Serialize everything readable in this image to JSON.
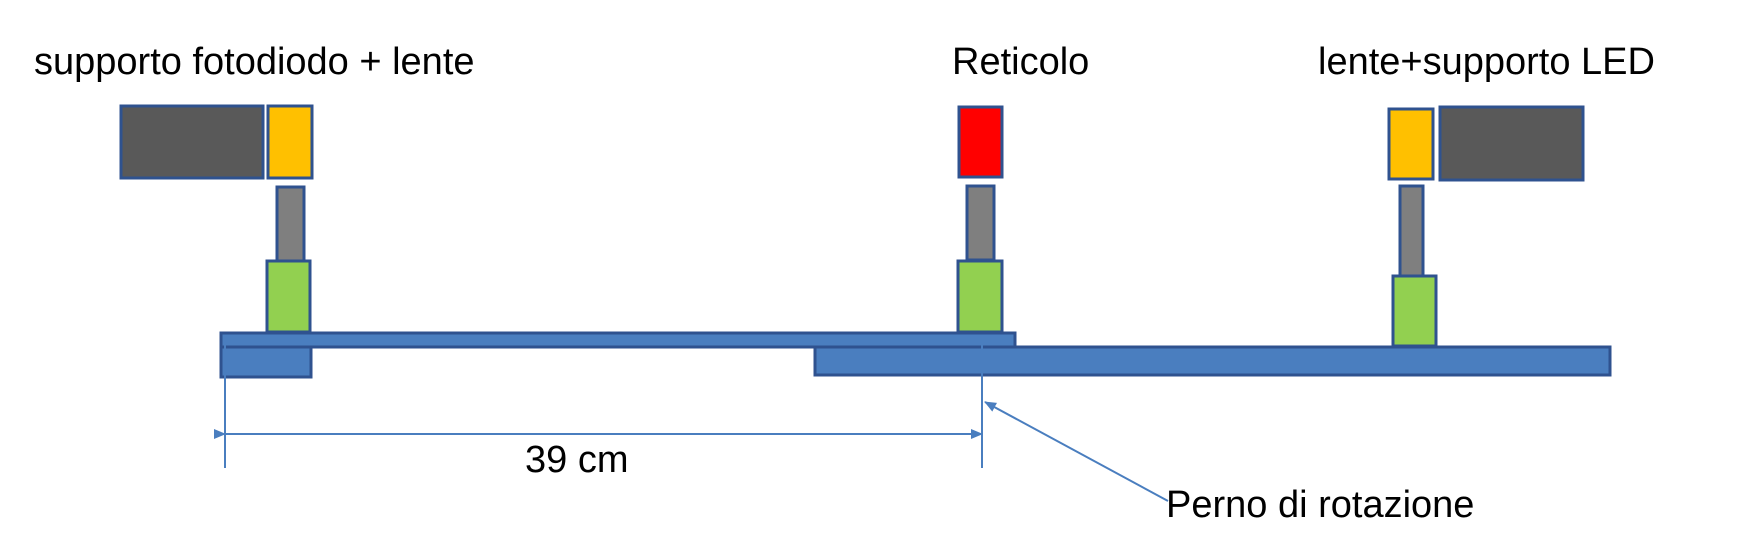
{
  "labels": {
    "left": "supporto fotodiodo + lente",
    "center": "Reticolo",
    "right": "lente+supporto LED",
    "distance": "39 cm",
    "pivot": "Perno di rotazione"
  },
  "colors": {
    "rail": "#4a7ebf",
    "outline": "#2f528f",
    "holder": "#595959",
    "lens": "#ffc000",
    "grating": "#ff0000",
    "post": "#7f7f7f",
    "carrier": "#92d050",
    "dimension_line": "#4a7ebf",
    "text": "#000000"
  }
}
